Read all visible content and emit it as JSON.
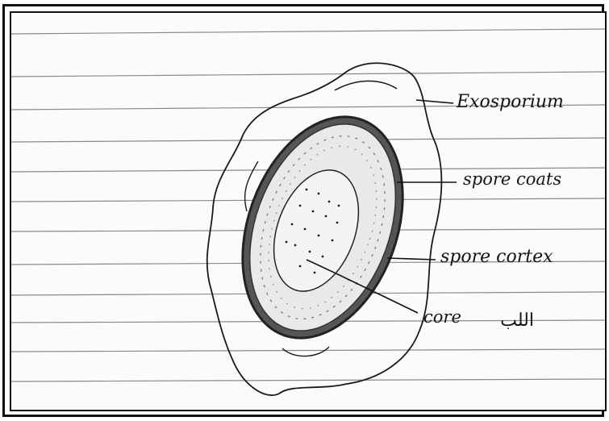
{
  "labels": {
    "exosporium": "Exosporium",
    "spore_coats": "spore coats",
    "spore_cortex": "spore cortex",
    "core": "core",
    "core_arabic": "اللب"
  }
}
